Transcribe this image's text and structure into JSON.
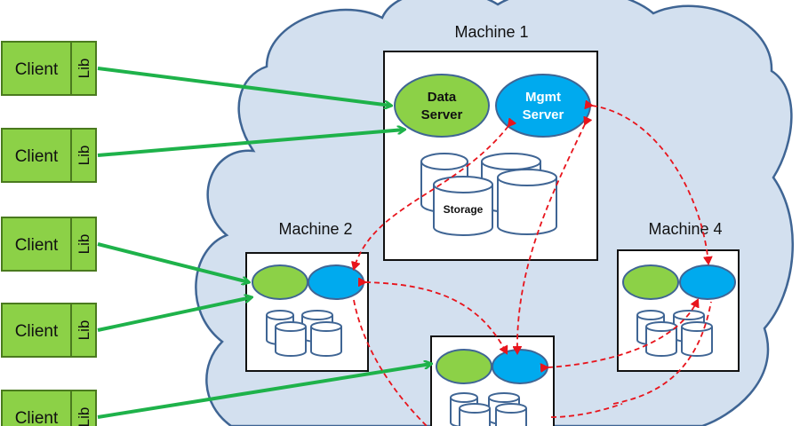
{
  "colors": {
    "cloud_fill": "#d3e0ef",
    "cloud_stroke": "#3f6594",
    "client_fill": "#8cd147",
    "client_stroke": "#4a7a1e",
    "data_server": "#8cd147",
    "mgmt_server": "#00aaee",
    "connection_arrow": "#1eb24a",
    "replication_arrow": "#e8141c"
  },
  "clients": [
    {
      "label": "Client",
      "lib": "Lib"
    },
    {
      "label": "Client",
      "lib": "Lib"
    },
    {
      "label": "Client",
      "lib": "Lib"
    },
    {
      "label": "Client",
      "lib": "Lib"
    },
    {
      "label": "Client",
      "lib": "Lib"
    }
  ],
  "machines": {
    "m1": {
      "title": "Machine 1",
      "data_server": {
        "line1": "Data",
        "line2": "Server"
      },
      "mgmt_server": {
        "line1": "Mgmt",
        "line2": "Server"
      },
      "storage_label": "Storage"
    },
    "m2": {
      "title": "Machine 2"
    },
    "m3": {
      "title": ""
    },
    "m4": {
      "title": "Machine 4"
    }
  }
}
